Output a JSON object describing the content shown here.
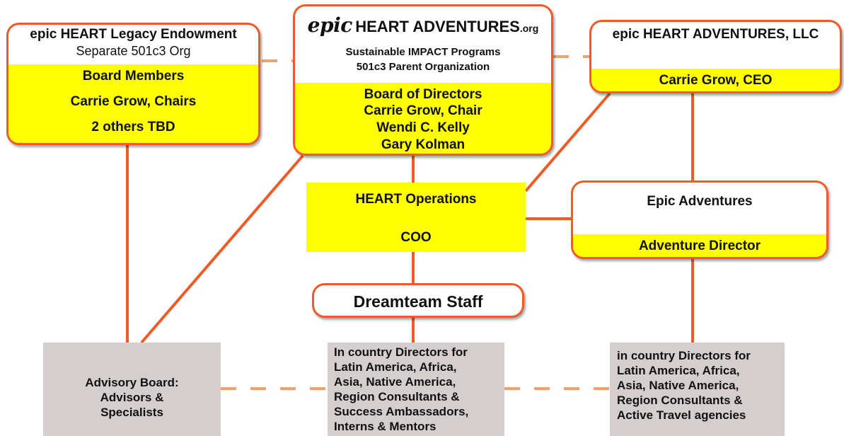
{
  "endowment": {
    "title": "epic HEART Legacy Endowment",
    "subtitle": "Separate 501c3 Org",
    "lines": [
      "Board Members",
      "Carrie Grow, Chairs",
      "2 others TBD"
    ]
  },
  "adventures_org": {
    "logo_epic": "epic",
    "logo_main": "HEART ADVENTURES",
    "logo_suffix": ".org",
    "subtitle1": "Sustainable IMPACT Programs",
    "subtitle2": "501c3 Parent Organization",
    "lines": [
      "Board of Directors",
      "Carrie Grow, Chair",
      "Wendi C. Kelly",
      "Gary Kolman"
    ]
  },
  "llc": {
    "title": "epic HEART ADVENTURES, LLC",
    "lines": [
      "Carrie Grow, CEO"
    ]
  },
  "operations": {
    "title": "HEART Operations",
    "role": "COO"
  },
  "epic_adventures": {
    "title": "Epic Adventures",
    "role": "Adventure Director"
  },
  "dreamteam": {
    "title": "Dreamteam Staff"
  },
  "advisory": {
    "lines": [
      "Advisory Board:",
      "Advisors &",
      "Specialists"
    ]
  },
  "in_country_center": {
    "lines": [
      "In country Directors for",
      "Latin America, Africa,",
      "Asia, Native America,",
      "Region Consultants &",
      "Success Ambassadors,",
      "Interns & Mentors"
    ]
  },
  "in_country_right": {
    "lines": [
      "in country Directors for",
      "Latin America, Africa,",
      "Asia, Native America,",
      "Region Consultants &",
      "Active Travel agencies"
    ]
  },
  "colors": {
    "connector": "#ef5b25",
    "connector_dashed": "#f4a06a",
    "highlight": "#ffff00",
    "gray_box": "#d5cece"
  }
}
